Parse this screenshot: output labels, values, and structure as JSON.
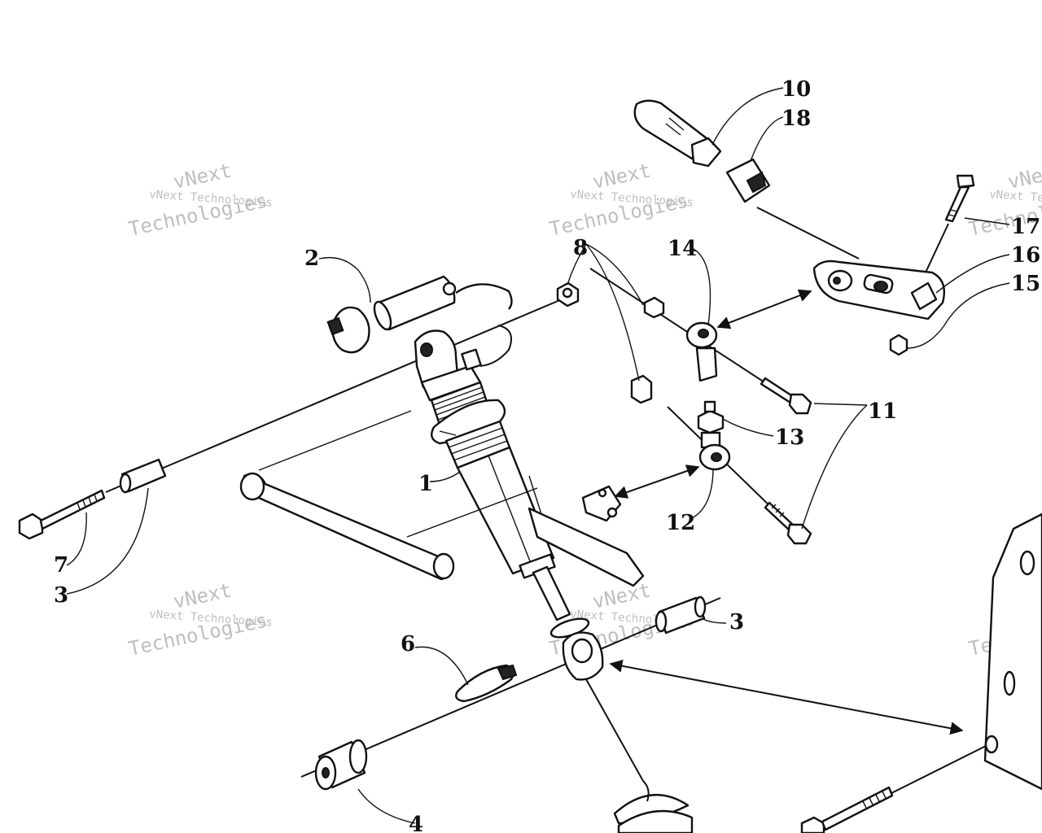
{
  "callouts": [
    "1",
    "2",
    "3",
    "3",
    "4",
    "6",
    "7",
    "8",
    "10",
    "11",
    "12",
    "13",
    "14",
    "15",
    "16",
    "17",
    "18"
  ],
  "watermark": {
    "line1": "vNext",
    "line2": "vNext Technologies",
    "line3": "Technologies"
  }
}
